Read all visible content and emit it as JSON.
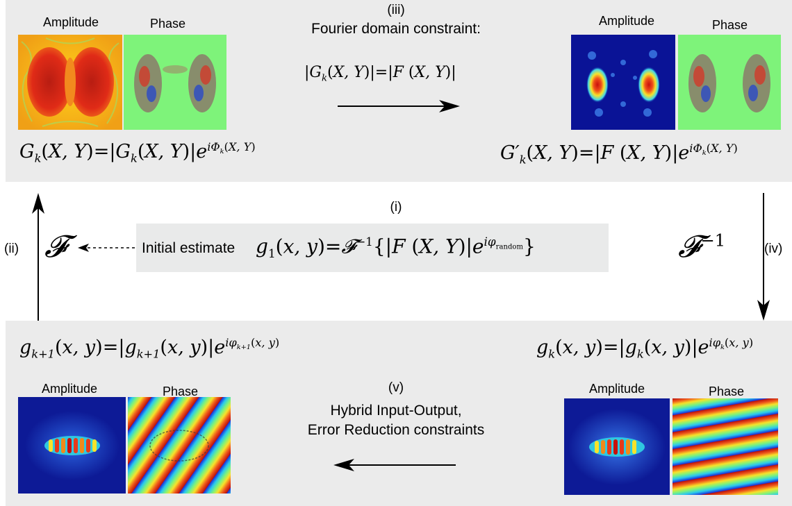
{
  "top": {
    "left_amp_label": "Amplitude",
    "left_phase_label": "Phase",
    "right_amp_label": "Amplitude",
    "right_phase_label": "Phase",
    "step_iii": "(iii)",
    "constraint_title": "Fourier domain constraint:",
    "constraint_eq": "|G_k(X,Y)| = |F(X,Y)|",
    "left_eq": "G_k(X,Y) = |G_k(X,Y)| e^{iΦ_k(X,Y)}",
    "right_eq": "G'_k(X,Y) = |F(X,Y)| e^{iΦ_k(X,Y)}"
  },
  "middle": {
    "step_i": "(i)",
    "step_ii": "(ii)",
    "step_iv": "(iv)",
    "fourier_symbol": "𝓕",
    "inverse_fourier_symbol": "𝓕⁻¹",
    "initial_text": "Initial estimate",
    "initial_eq": "g_1(x,y) = 𝓕^{-1}{|F(X,Y)| e^{iφ_random}}"
  },
  "bottom": {
    "left_eq": "g_{k+1}(x,y) = |g_{k+1}(x,y)| e^{iφ_{k+1}(x,y)}",
    "right_eq": "g_k(x,y) = |g_k(x,y)| e^{iφ_k(x,y)}",
    "left_amp_label": "Amplitude",
    "left_phase_label": "Phase",
    "right_amp_label": "Amplitude",
    "right_phase_label": "Phase",
    "step_v": "(v)",
    "hio_line1": "Hybrid Input-Output,",
    "hio_line2": "Error Reduction constraints"
  }
}
